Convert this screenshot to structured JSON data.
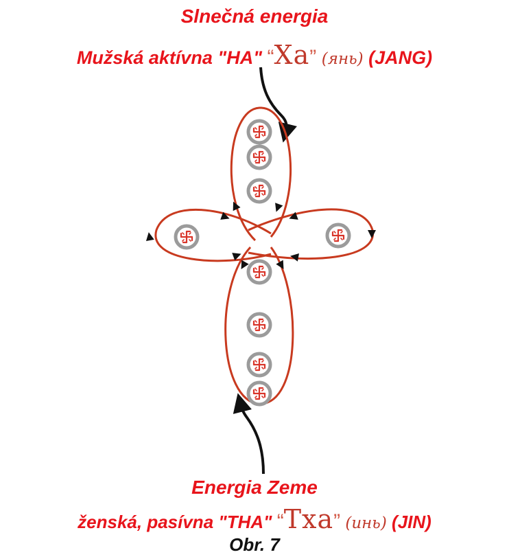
{
  "top": {
    "title": "Slnečná energia",
    "sub_prefix": "Mužská aktívna  \"HA\" ",
    "glyph": "Ха",
    "quote_open": "“",
    "quote_close": "”",
    "cyr_note": "(янь)",
    "sub_suffix": "(JANG)"
  },
  "bottom": {
    "title": "Energia Zeme",
    "sub_prefix": "ženská, pasívna  \"THA\" ",
    "glyph": "Тха",
    "quote_open": "“",
    "quote_close": "”",
    "cyr_note": "(инь)",
    "sub_suffix": "(JIN)"
  },
  "caption": "Obr. 7",
  "colors": {
    "title": "#e8141b",
    "loop": "#c83a1f",
    "arrow": "#111111",
    "node_ring": "#9b9b9b",
    "symbol": "#d9352a"
  },
  "icons": {
    "node_symbol": "solar-cross-icon",
    "flow_arrow": "arrowhead-icon"
  }
}
